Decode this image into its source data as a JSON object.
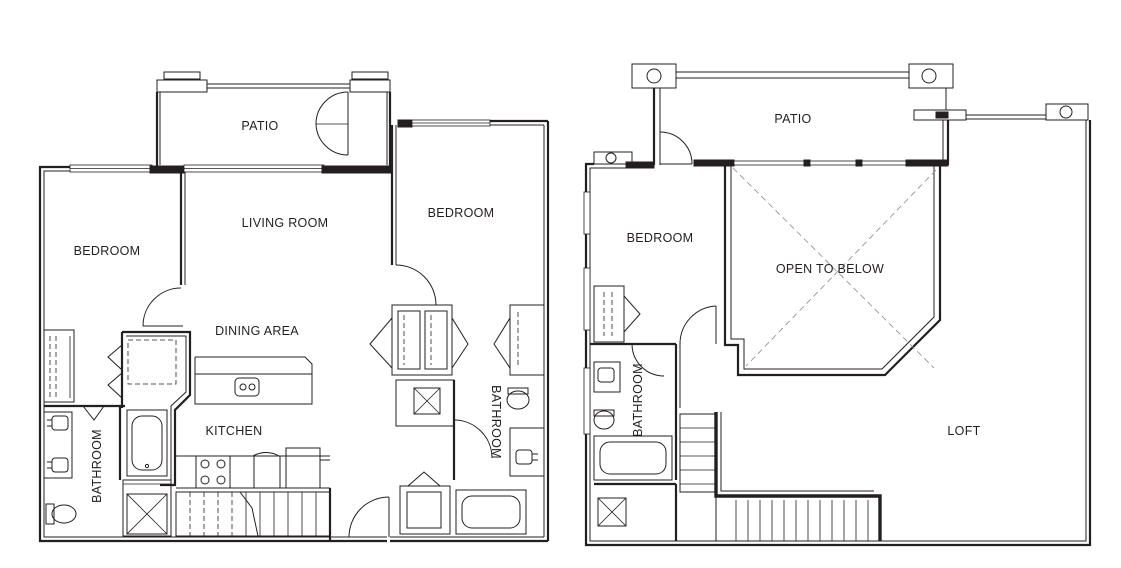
{
  "floor_one": {
    "patio": "PATIO",
    "bedroom_left": "BEDROOM",
    "living_room": "LIVING ROOM",
    "bedroom_right": "BEDROOM",
    "dining_area": "DINING AREA",
    "kitchen": "KITCHEN",
    "bathroom_left": "BATHROOM",
    "bathroom_right": "BATHROOM"
  },
  "floor_two": {
    "patio": "PATIO",
    "bedroom": "BEDROOM",
    "open_to_below": "OPEN TO BELOW",
    "bathroom": "BATHROOM",
    "loft": "LOFT"
  }
}
